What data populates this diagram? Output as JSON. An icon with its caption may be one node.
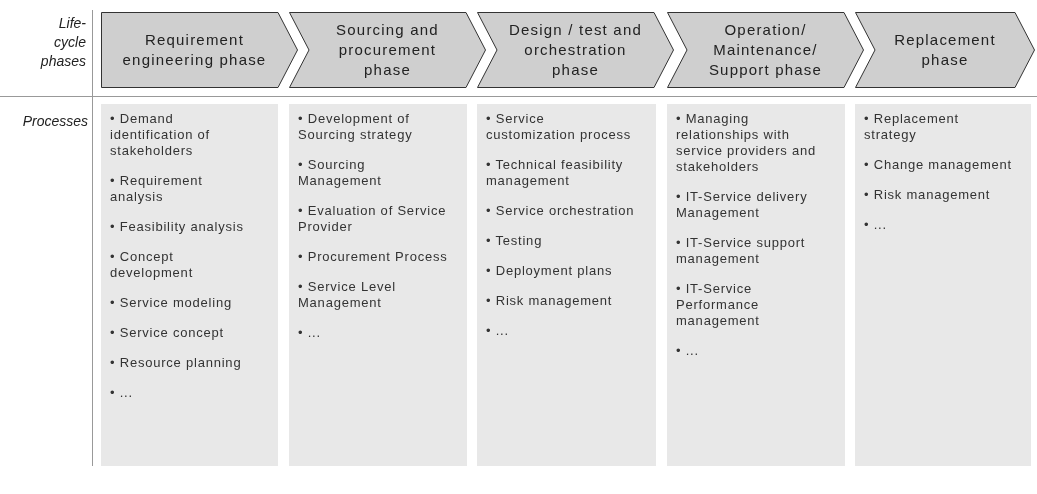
{
  "diagram": {
    "nodes": [
      {
        "text": [
          "Requirement engineering phase"
        ]
      },
      {
        "text": [
          "Sourcing and procurement phase"
        ]
      },
      {
        "text": [
          "Design / test and orchestration phase"
        ]
      },
      {
        "text": [
          "Operation/ Maintenance/ Support phase"
        ]
      },
      {
        "text": [
          "Replacement phase"
        ]
      },
      {
        "text": [
          "• Demand identification of stakeholders",
          "• Requirement analysis",
          "• Feasibility analysis",
          "• Concept development",
          "• Service modeling",
          "• Service concept",
          "• Resource planning",
          "• ..."
        ]
      },
      {
        "text": [
          "• Development of Sourcing strategy",
          "• Sourcing Management",
          "• Evaluation of Service Provider",
          "• Procurement Process",
          "• Service Level Management",
          "• ..."
        ]
      },
      {
        "text": [
          "• Service customization process",
          "• Technical feasibility management",
          "• Service orchestration",
          "• Testing",
          "• Deployment plans",
          "• Risk management",
          "• ..."
        ]
      },
      {
        "text": [
          "• Managing relationships with service providers and stakeholders",
          "• IT-Service delivery Management",
          "• IT-Service support management",
          "• IT-Service Performance management",
          "• ..."
        ]
      },
      {
        "text": [
          "• Replacement strategy",
          "• Change management",
          "• Risk management",
          "• ..."
        ]
      }
    ],
    "labels": [
      "Life- cycle phases",
      "Processes"
    ]
  }
}
